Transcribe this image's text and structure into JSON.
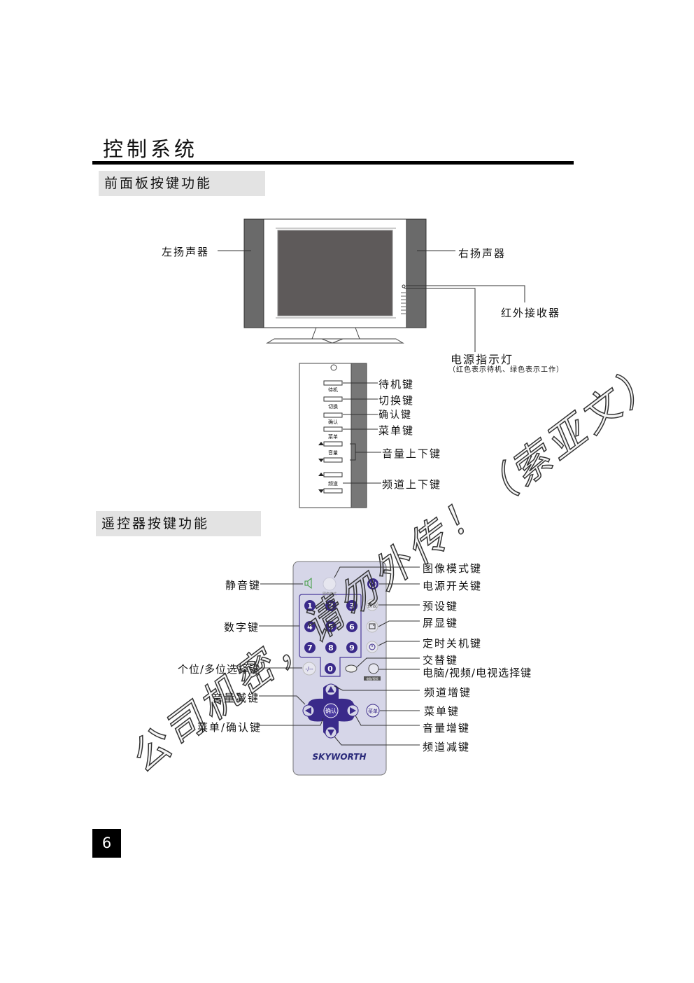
{
  "page": {
    "title": "控制系统",
    "page_number": "6",
    "watermark": "公司机密，请勿外传！（索亚文）"
  },
  "front_panel": {
    "heading": "前面板按键功能",
    "labels": {
      "left_speaker": "左扬声器",
      "right_speaker": "右扬声器",
      "ir_receiver": "红外接收器",
      "power_indicator": "电源指示灯",
      "power_indicator_note": "（红色表示待机、绿色表示工作）"
    },
    "side_buttons": {
      "standby_small": "待机",
      "switch_small": "切换",
      "confirm_small": "确认",
      "menu_small": "菜单",
      "volume_small": "音量",
      "channel_small": "频道",
      "standby": "待机键",
      "switch": "切换键",
      "confirm": "确认键",
      "menu": "菜单键",
      "volume_updown": "音量上下键",
      "channel_updown": "频道上下键"
    }
  },
  "remote": {
    "heading": "遥控器按键功能",
    "brand": "SKYWORTH",
    "key_texts": {
      "picture_mode_small": "图像模式",
      "preset": "预设",
      "ok": "确认",
      "menu": "菜单",
      "digit_toggle": "-/--",
      "pc_av_small": "电脑/视频"
    },
    "digits": [
      "1",
      "2",
      "3",
      "4",
      "5",
      "6",
      "7",
      "8",
      "9",
      "0"
    ],
    "labels": {
      "mute": "静音键",
      "digits": "数字键",
      "digit_select": "个位/多位选择键",
      "vol_down": "音量减键",
      "menu_confirm": "菜单/确认键",
      "picture_mode": "图像模式键",
      "power": "电源开关键",
      "preset": "预设键",
      "display": "屏显键",
      "sleep": "定时关机键",
      "swap": "交替键",
      "pc_av_tv": "电脑/视频/电视选择键",
      "ch_up": "频道增键",
      "menu": "菜单键",
      "vol_up": "音量增键",
      "ch_down": "频道减键"
    }
  }
}
